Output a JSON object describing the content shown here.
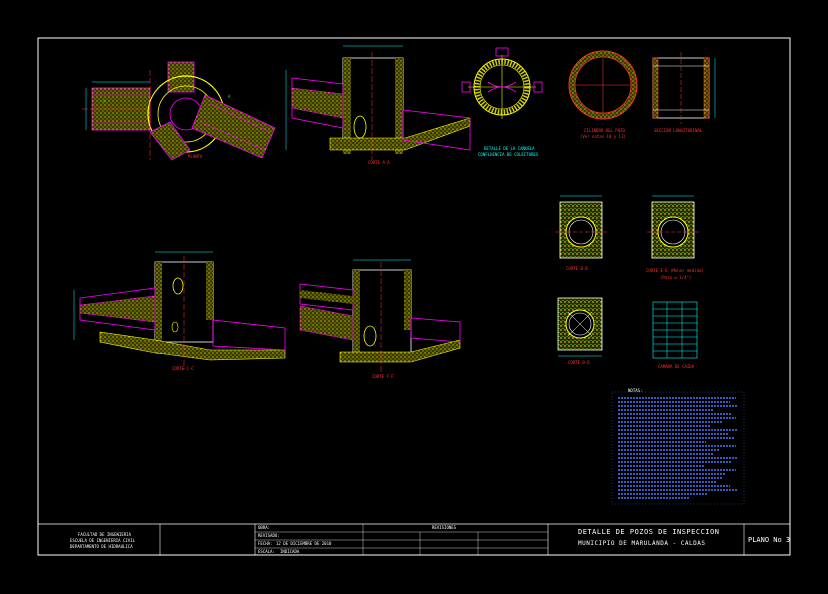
{
  "colors": {
    "background": "#000000",
    "frame": "#ffffff",
    "concrete": "#ffff00",
    "pipe": "#ff00ff",
    "dimension": "#00ffff",
    "caption_red": "#ff3030",
    "hatch_green": "#00ff00",
    "notes_blue": "#4a78ff"
  },
  "captions": {
    "planta": "PLANTA",
    "corte_aa": "CORTE A-A",
    "detalle_canuela_1": "DETALLE DE LA CAÑUELA",
    "detalle_canuela_2": "CONFLUENCIA DE COLECTORES",
    "cilindro_1": "CILINDRO DEL POZO",
    "cilindro_2": "(Ver notas 10 y 11)",
    "seccion_long": "SECCION LONGITUDINAL",
    "corte_bb": "CORTE B-B",
    "corte_cc": "CORTE C-C",
    "corte_ee_1": "CORTE E-E (Menor medida)",
    "corte_ee_2": "(Pozo ≥ 1/4\")",
    "corte_dd": "CORTE D-D",
    "corte_ff": "CORTE F-F",
    "camara": "CAMARA DE CAIDA",
    "notas_title": "NOTAS:"
  },
  "title_block": {
    "institution_1": "FACULTAD DE INGENIERIA",
    "institution_2": "ESCUELA DE INGENIERIA CIVIL",
    "institution_3": "DEPARTAMENTO DE HIDRAULICA",
    "obra_label": "OBRA:",
    "revisado_label": "REVISADO:",
    "fecha_label": "FECHA:",
    "fecha_value": "12 DE DICIEMBRE DE 2010",
    "escala_label": "ESCALA:",
    "escala_value": "INDICADA",
    "revisiones_label": "REVISIONES",
    "title_line_1": "DETALLE DE POZOS DE INSPECCION",
    "title_line_2": "MUNICIPIO DE MARULANDA - CALDAS",
    "plano_label": "PLANO No 3"
  }
}
